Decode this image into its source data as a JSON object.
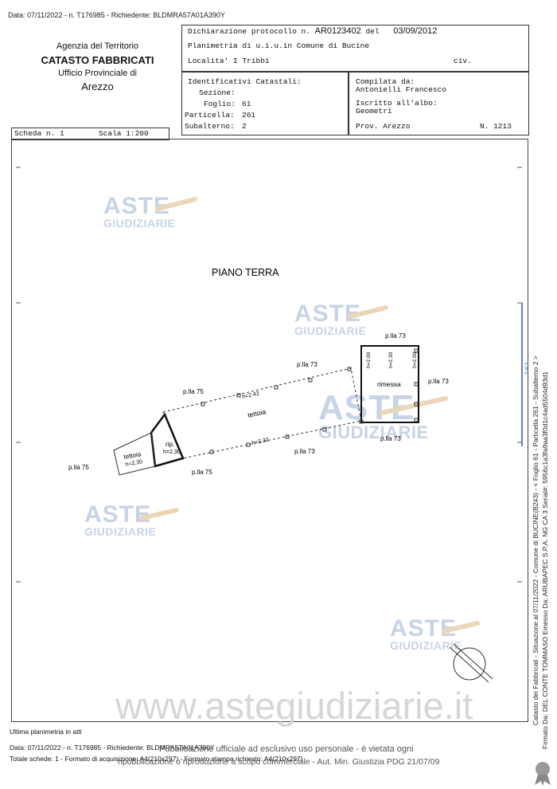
{
  "top_header": "Data: 07/11/2022 - n. T176985 - Richiedente: BLDMRA57A01A390Y",
  "agency": {
    "line1": "Agenzia del Territorio",
    "line2": "CATASTO FABBRICATI",
    "line3": "Ufficio Provinciale di",
    "line4": "Arezzo"
  },
  "declaration": {
    "label": "Dichiarazione protocollo n.",
    "number": "AR0123402",
    "del_label": "del",
    "date": "03/09/2012",
    "planimetria": "Planimetria di u.i.u.in Comune di Bucine",
    "localita": "Localita' I Tribbi",
    "civ": "civ."
  },
  "identificativi": {
    "title": "Identificativi Catastali:",
    "sezione": "Sezione:",
    "foglio_label": "Foglio:",
    "foglio": "61",
    "particella_label": "Particella:",
    "particella": "261",
    "subalterno_label": "Subalterno:",
    "subalterno": "2"
  },
  "compilata": {
    "title": "Compilata da:",
    "name": "Antonielli Francesco",
    "iscritto": "Iscritto all'albo:",
    "albo": "Geometri",
    "prov": "Prov. Arezzo",
    "n": "N. 1213"
  },
  "scheda": {
    "label": "Scheda n. 1",
    "scala": "Scala 1:200"
  },
  "plan": {
    "title": "PIANO TERRA",
    "labels": {
      "plla73_top": "p.lla 73",
      "plla73_mid": "p.lla 73",
      "plla73_right": "p.lla 73",
      "plla73_right_low": "p.lla 73",
      "plla73_bottom": "p.lla 73",
      "plla75_top": "p.lla 75",
      "plla75_left": "p.lla 75",
      "plla75_bottom": "p.lla 75",
      "rimessa": "rimessa",
      "tettoia": "tettoia",
      "tettoia_small": "tettoia",
      "rip": "rip.",
      "h242": "h=2.42",
      "h232": "h=2.32",
      "h230_rip": "h=2.30",
      "h230_tett": "h=2.30",
      "h200_left": "h=2.00",
      "h230_rim": "h=2.30",
      "h200_right": "h=2.00"
    }
  },
  "watermark": {
    "aste": "ASTE",
    "giudiziarie": "GIUDIZIARIE",
    "site": "www.astegiudiziarie.it",
    "notice1": "Pubblicazione ufficiale ad esclusivo uso personale - è vietata ogni",
    "notice2": "ripubblicazione o riproduzione a scopo commerciale - Aut. Min. Giustizia PDG 21/07/09"
  },
  "side_text": {
    "line1": "Catasto dei Fabbricati - Situazione al 07/11/2022 - Comune di BUCINE(B243) - < Foglio 61 - Particella 261 - Subalterno 2 >",
    "line2": "Firmato Da: DEL CONTE TOMMASO Emesso Da: ARUBAPEC S.P.A. NG CA 3 Serial#: 5956c1a3fa9aa3f0d1c4ad5504d93d1",
    "mark": "2 of 3"
  },
  "footer": {
    "ultima": "Ultima planimetria in atti",
    "line1": "Data: 07/11/2022 - n. T176985 - Richiedente: BLDMRA57A01A390Y",
    "line2": "Totale schede: 1 - Formato di acquisizione: A4(210x297) - Formato stampa richiesto: A4(210x297)"
  }
}
